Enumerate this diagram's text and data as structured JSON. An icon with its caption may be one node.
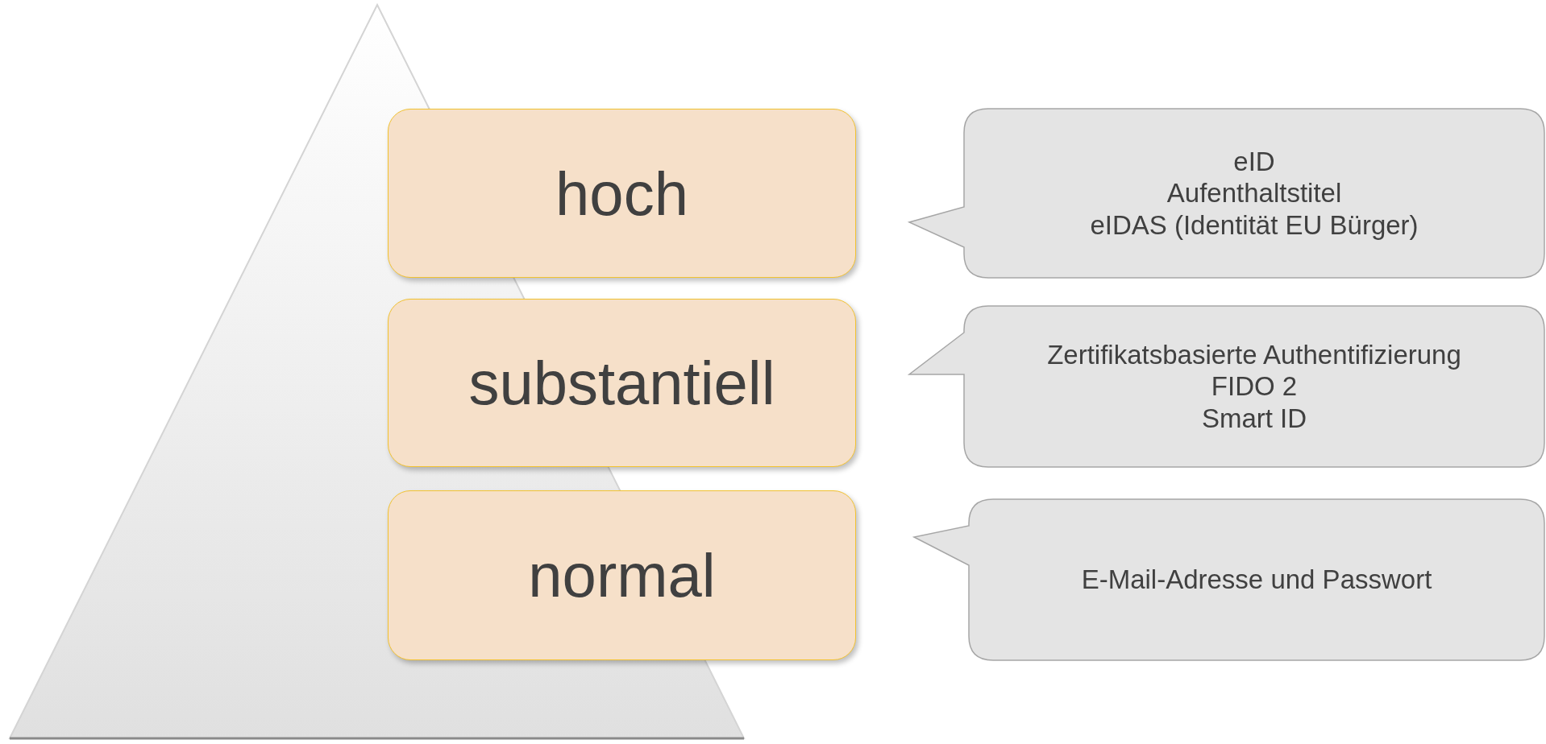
{
  "diagram": {
    "nodes": [
      {
        "text": [
          "hoch"
        ]
      },
      {
        "text": [
          "substantiell"
        ]
      },
      {
        "text": [
          "normal"
        ]
      },
      {
        "text": [
          "eID",
          "Aufenthaltstitel",
          "eIDAS (Identität EU Bürger)"
        ]
      },
      {
        "text": [
          "Zertifikatsbasierte Authentifizierung",
          "FIDO 2",
          "Smart ID"
        ]
      },
      {
        "text": [
          "E-Mail-Adresse und Passwort"
        ]
      }
    ]
  }
}
